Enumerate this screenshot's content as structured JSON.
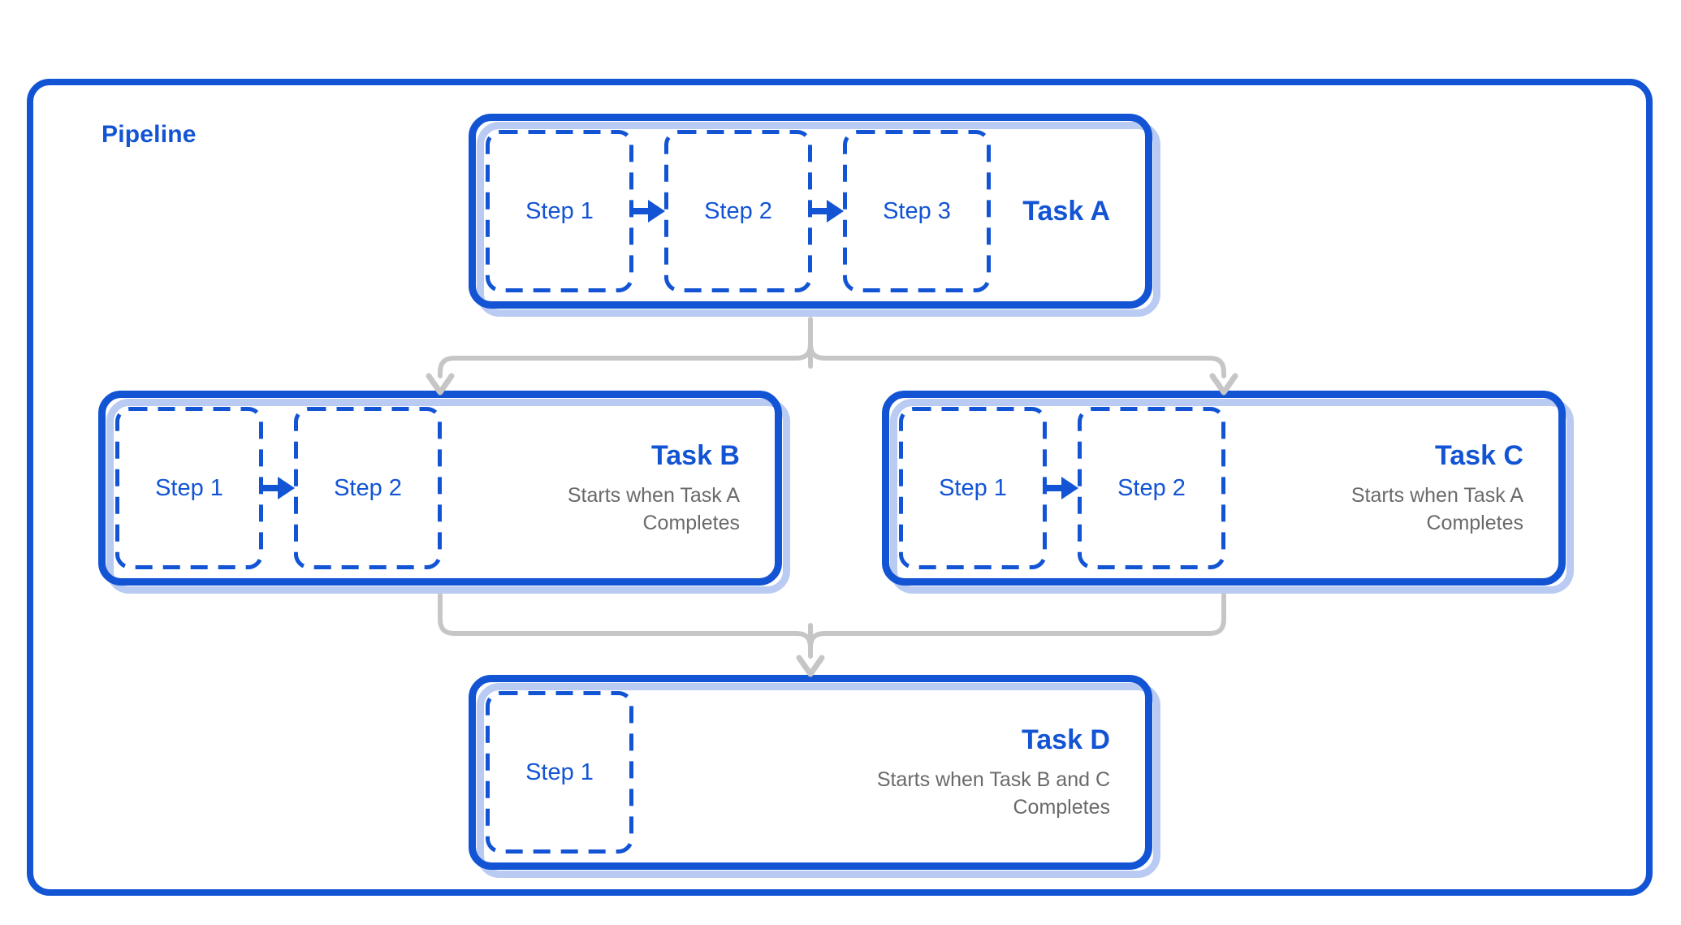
{
  "diagram": {
    "title": "Pipeline",
    "tasks": [
      {
        "id": "A",
        "name": "Task A",
        "steps": [
          "Step 1",
          "Step 2",
          "Step 3"
        ]
      },
      {
        "id": "B",
        "name": "Task B",
        "steps": [
          "Step 1",
          "Step 2"
        ],
        "note_line1": "Starts when Task A",
        "note_line2": "Completes"
      },
      {
        "id": "C",
        "name": "Task C",
        "steps": [
          "Step 1",
          "Step 2"
        ],
        "note_line1": "Starts when Task A",
        "note_line2": "Completes"
      },
      {
        "id": "D",
        "name": "Task D",
        "steps": [
          "Step 1"
        ],
        "note_line1": "Starts when Task B and C",
        "note_line2": "Completes"
      }
    ],
    "connections": [
      {
        "from": "Task A",
        "to": "Task B"
      },
      {
        "from": "Task A",
        "to": "Task C"
      },
      {
        "from": "Task B",
        "to": "Task D"
      },
      {
        "from": "Task C",
        "to": "Task D"
      }
    ],
    "colors": {
      "primary_blue": "#1254d4",
      "shadow_blue": "#b9cbf2",
      "connector_gray": "#c6c6c6",
      "note_gray": "#6a6a6a",
      "background": "#ffffff"
    }
  }
}
